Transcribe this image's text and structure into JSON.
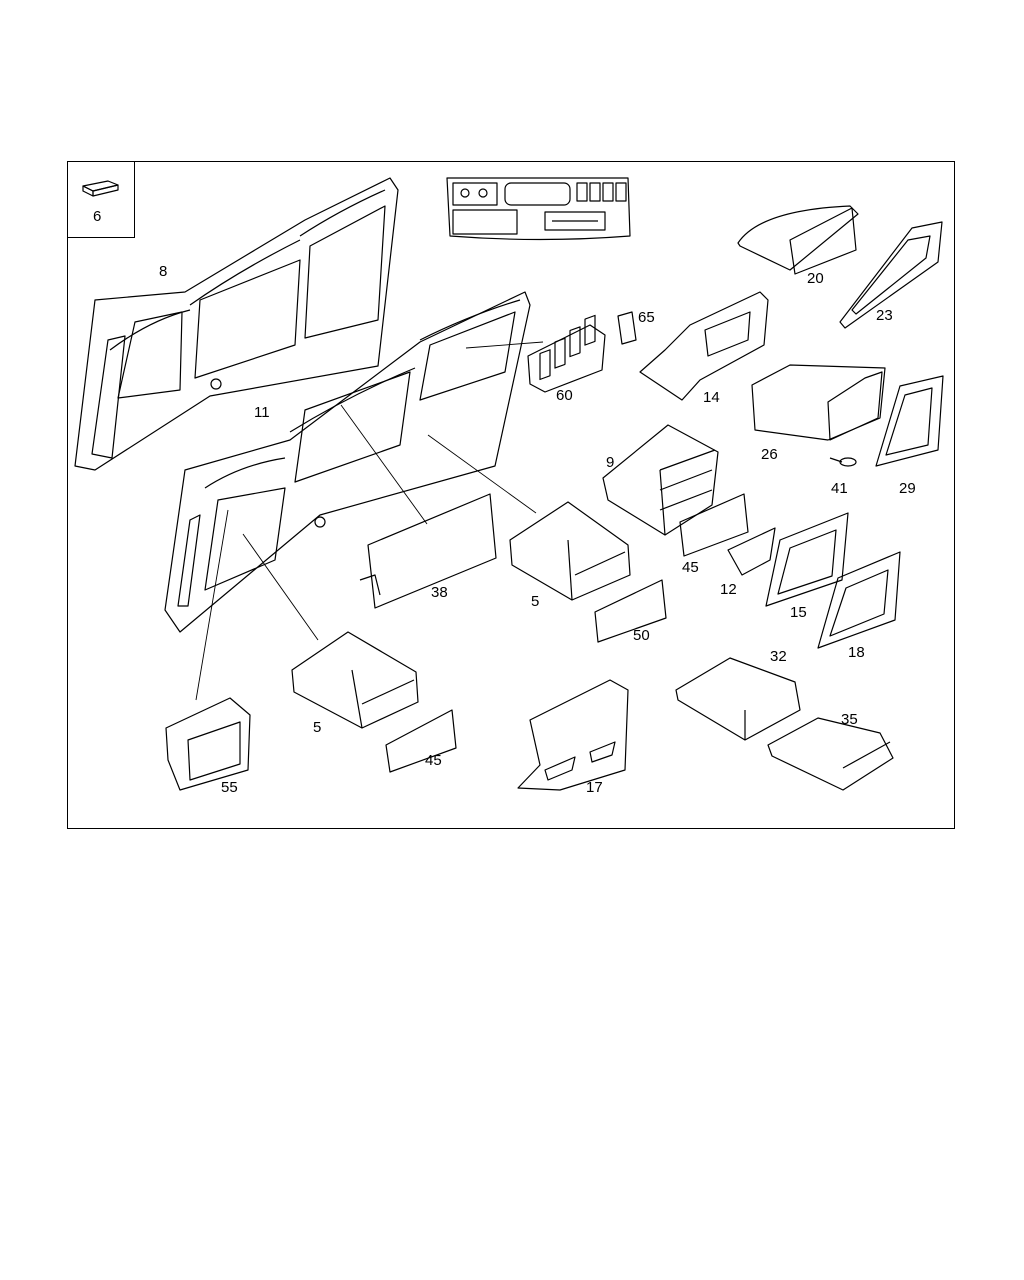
{
  "diagram": {
    "callouts": [
      "6",
      "8",
      "65",
      "60",
      "20",
      "23",
      "14",
      "11",
      "9",
      "26",
      "41",
      "29",
      "38",
      "5",
      "45",
      "12",
      "15",
      "18",
      "50",
      "32",
      "35",
      "55",
      "45",
      "5",
      "17"
    ]
  },
  "colors": {
    "line": "#000000",
    "background": "#ffffff"
  }
}
